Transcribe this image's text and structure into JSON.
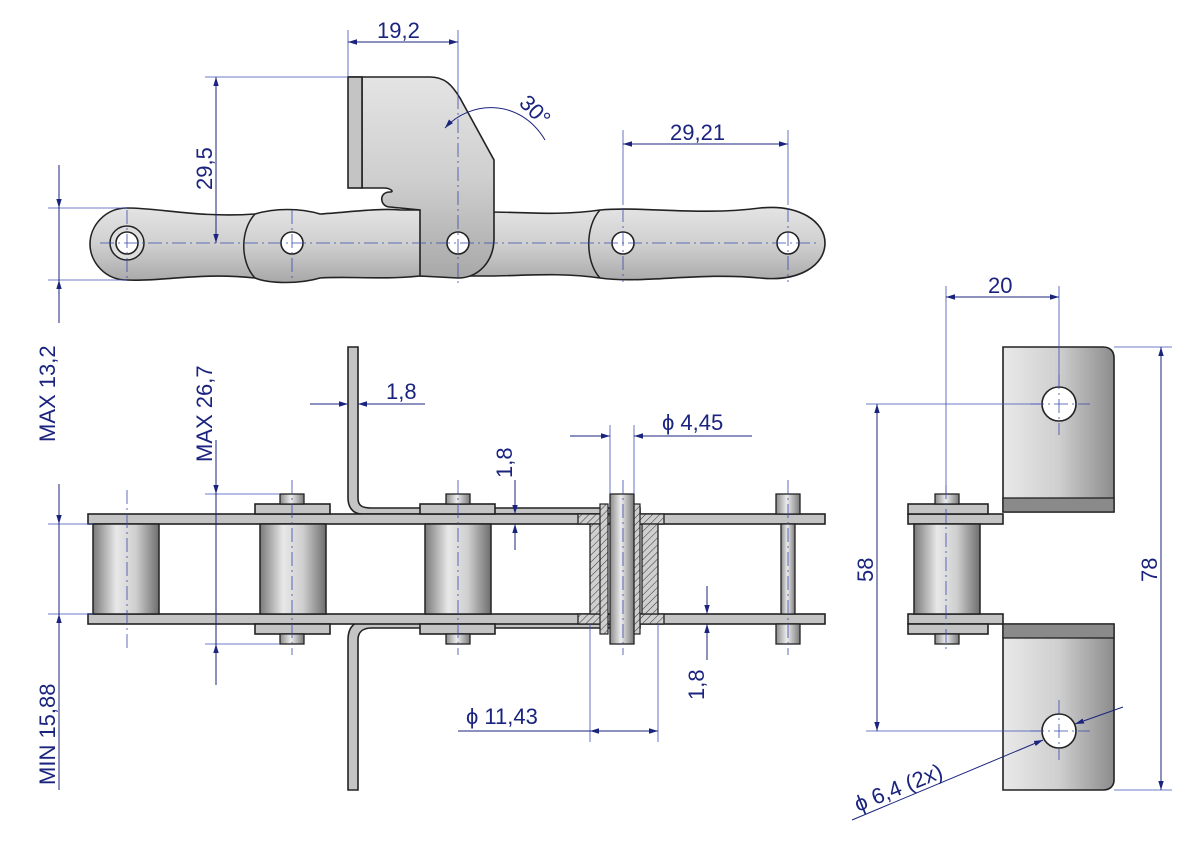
{
  "dimensions": {
    "top_width": "19,2",
    "angle": "30°",
    "pitch": "29,21",
    "attach_height": "29,5",
    "max_link_height": "MAX 13,2",
    "max_pin_length": "MAX 26,7",
    "sheet_thickness": "1,8",
    "pin_diameter": "ϕ 4,45",
    "plate_thickness_top": "1,8",
    "plate_thickness_bottom": "1,8",
    "roller_diameter": "ϕ 11,43",
    "min_inner_width": "MIN 15,88",
    "attach_hole_offset": "20",
    "hole_spacing": "58",
    "overall_width": "78",
    "hole_diameter": "ϕ 6,4  (2x)"
  },
  "colors": {
    "dimension": "#1a237e",
    "outline": "#222222",
    "metal_light": "#e6e6e6",
    "metal_dark": "#9a9a9a"
  }
}
